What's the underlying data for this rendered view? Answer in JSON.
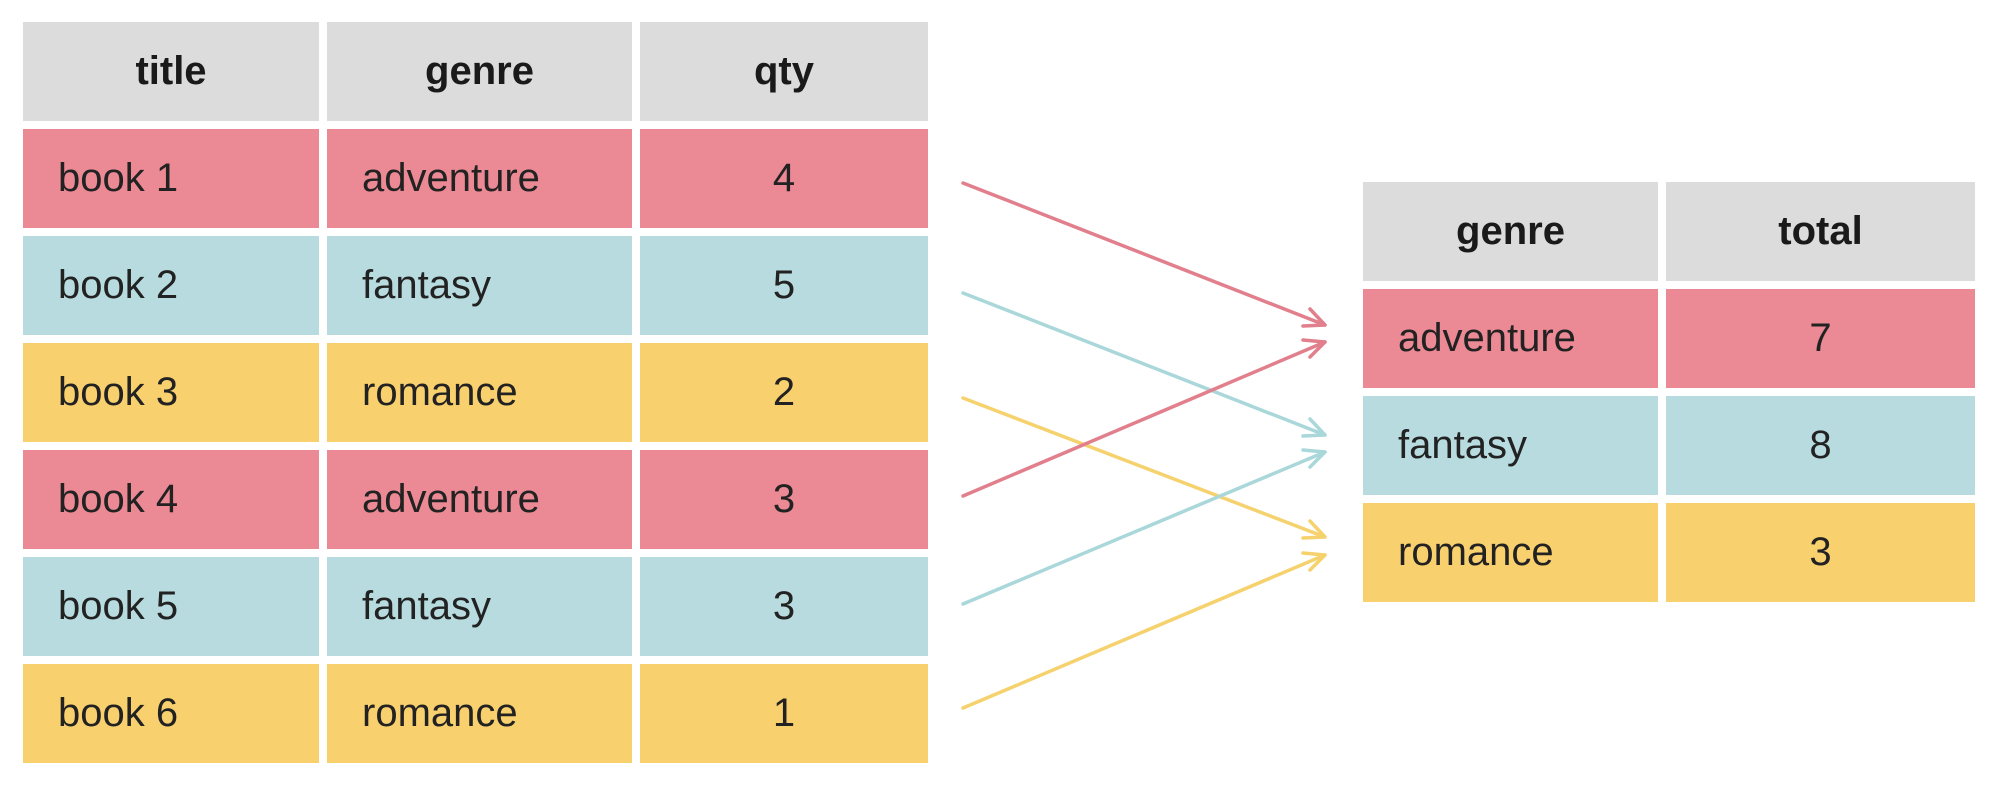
{
  "colors": {
    "header": "#dcdcdc",
    "adventure": "#eb8994",
    "fantasy": "#b7dbde",
    "romance": "#f9d06e"
  },
  "source_table": {
    "headers": [
      "title",
      "genre",
      "qty"
    ],
    "rows": [
      {
        "title": "book 1",
        "genre": "adventure",
        "qty": "4"
      },
      {
        "title": "book 2",
        "genre": "fantasy",
        "qty": "5"
      },
      {
        "title": "book 3",
        "genre": "romance",
        "qty": "2"
      },
      {
        "title": "book 4",
        "genre": "adventure",
        "qty": "3"
      },
      {
        "title": "book 5",
        "genre": "fantasy",
        "qty": "3"
      },
      {
        "title": "book 6",
        "genre": "romance",
        "qty": "1"
      }
    ]
  },
  "result_table": {
    "headers": [
      "genre",
      "total"
    ],
    "rows": [
      {
        "genre": "adventure",
        "total": "7"
      },
      {
        "genre": "fantasy",
        "total": "8"
      },
      {
        "genre": "romance",
        "total": "3"
      }
    ]
  },
  "arrows": [
    {
      "from": "book 1",
      "to": "adventure",
      "color": "#e27f8c"
    },
    {
      "from": "book 2",
      "to": "fantasy",
      "color": "#aad7da"
    },
    {
      "from": "book 3",
      "to": "romance",
      "color": "#f5d26e"
    },
    {
      "from": "book 4",
      "to": "adventure",
      "color": "#e27f8c"
    },
    {
      "from": "book 5",
      "to": "fantasy",
      "color": "#aad7da"
    },
    {
      "from": "book 6",
      "to": "romance",
      "color": "#f5d26e"
    }
  ]
}
